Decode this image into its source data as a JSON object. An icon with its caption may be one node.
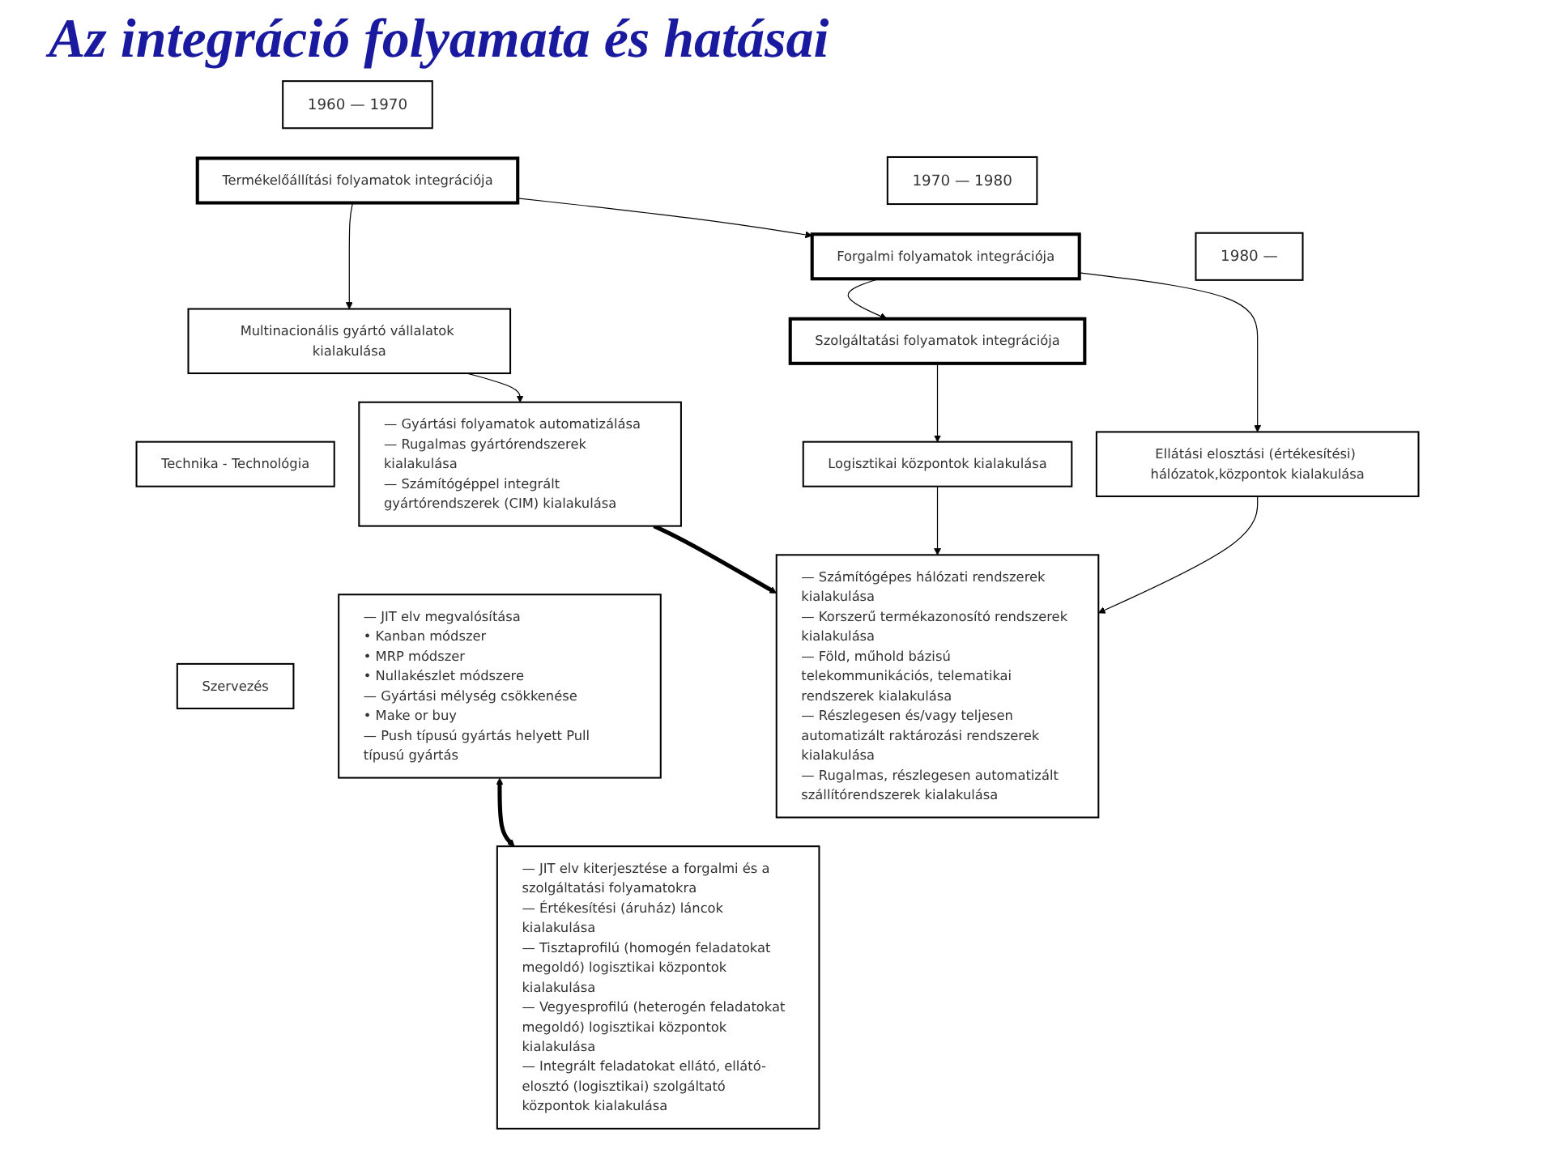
{
  "diagram": {
    "title": "Az integráció folyamata és hatásai",
    "nodes": [
      {
        "text": [
          "1960 — 1970"
        ]
      },
      {
        "text": [
          "1970 — 1980"
        ]
      },
      {
        "text": [
          "1980 —"
        ]
      },
      {
        "text": [
          "Termékelőállítási folyamatok integrációja"
        ]
      },
      {
        "text": [
          "Forgalmi folyamatok integrációja"
        ]
      },
      {
        "text": [
          "Szolgáltatási folyamatok integrációja"
        ]
      },
      {
        "text": [
          "Multinacionális gyártó vállalatok kialakulása"
        ]
      },
      {
        "text": [
          "Ellátási elosztási (értékesítési) hálózatok,központok kialakulása"
        ]
      },
      {
        "text": [
          "Logisztikai központok kialakulása"
        ]
      },
      {
        "text": [
          "Technika - Technológia"
        ]
      },
      {
        "text": [
          "Szervezés"
        ]
      },
      {
        "text": [
          "— Gyártási folyamatok automatizálása",
          "— Rugalmas gyártórendszerek kialakulása",
          "— Számítógéppel integrált gyártórendszerek (CIM) kialakulása"
        ]
      },
      {
        "text": [
          "— JIT elv megvalósítása",
          "• Kanban módszer",
          "• MRP módszer",
          "• Nullakészlet módszere",
          "— Gyártási mélység csökkenése",
          "• Make or buy",
          "— Push típusú gyártás helyett Pull típusú gyártás"
        ]
      },
      {
        "text": [
          "— Számítógépes hálózati rendszerek kialakulása",
          "— Korszerű termékazonosító rendszerek kialakulása",
          "— Föld, műhold bázisú telekommunikációs, telematikai rendszerek kialakulása",
          "— Részlegesen és/vagy teljesen automatizált raktározási rendszerek kialakulása",
          "— Rugalmas, részlegesen automatizált szállítórendszerek kialakulása"
        ]
      },
      {
        "text": [
          "— JIT elv kiterjesztése a forgalmi és a szolgáltatási folyamatokra",
          "— Értékesítési (áruház) láncok kialakulása",
          "— Tisztaprofilú (homogén feladatokat megoldó) logisztikai központok kialakulása",
          "— Vegyesprofilú (heterogén feladatokat megoldó) logisztikai központok kialakulása",
          "— Integrált feladatokat ellátó, ellátó-elosztó (logisztikai) szolgáltató központok kialakulása"
        ]
      }
    ],
    "edges": [
      {
        "from": 3,
        "to": 4,
        "arrow": "to"
      },
      {
        "from": 4,
        "to": 5,
        "arrow": "to"
      },
      {
        "from": 3,
        "to": 6,
        "arrow": "to"
      },
      {
        "from": 4,
        "to": 7,
        "arrow": "to"
      },
      {
        "from": 5,
        "to": 8,
        "arrow": "to"
      },
      {
        "from": 6,
        "to": 11,
        "arrow": "to"
      },
      {
        "from": 7,
        "to": 13,
        "arrow": "to"
      },
      {
        "from": 8,
        "to": 13,
        "arrow": "to"
      },
      {
        "from": 11,
        "to": 13,
        "arrow": "to",
        "style": "thick"
      },
      {
        "from": 12,
        "to": 14,
        "arrow": "both",
        "style": "thick"
      }
    ]
  }
}
